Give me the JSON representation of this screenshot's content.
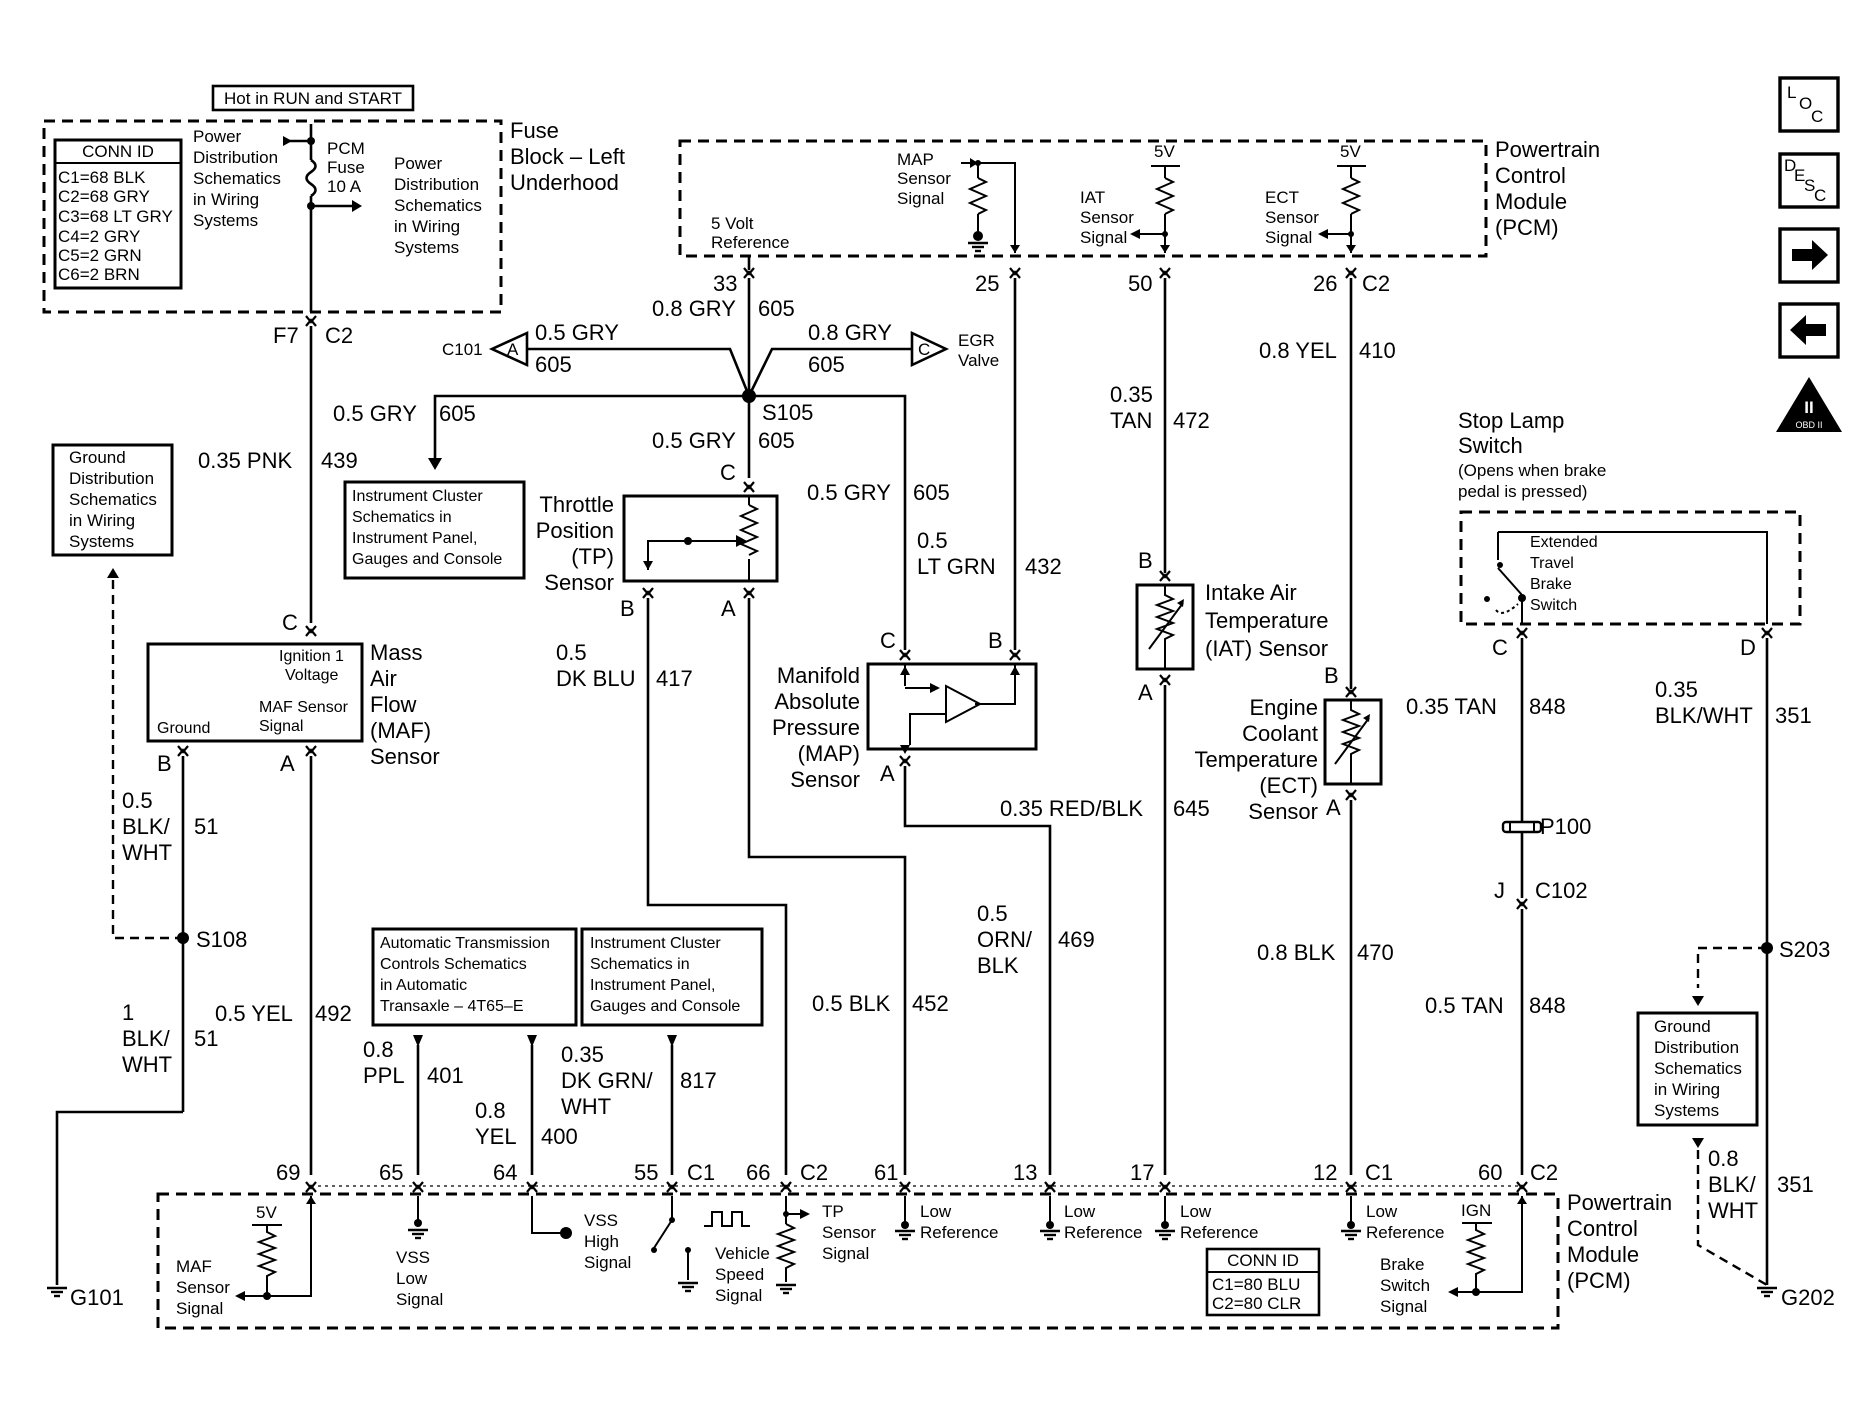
{
  "top_label": "Hot in RUN and START",
  "fuse_block": {
    "title": [
      "Fuse",
      "Block – Left",
      "Underhood"
    ],
    "conn_id": {
      "title": "CONN ID",
      "rows": [
        "C1=68 BLK",
        "C2=68 GRY",
        "C3=68 LT GRY",
        "C4=2 GRY",
        "C5=2 GRN",
        "C6=2 BRN"
      ]
    },
    "power_dist_left": [
      "Power",
      "Distribution",
      "Schematics",
      "in Wiring",
      "Systems"
    ],
    "fuse": [
      "PCM",
      "Fuse",
      "10 A"
    ],
    "power_dist_right": [
      "Power",
      "Distribution",
      "Schematics",
      "in Wiring",
      "Systems"
    ]
  },
  "nav_buttons": {
    "loc": "LOC",
    "desc": "DESC",
    "obd": "OBD II"
  },
  "pcm_top": {
    "title": [
      "Powertrain",
      "Control",
      "Module",
      "(PCM)"
    ],
    "five_v_ref": [
      "5 Volt",
      "Reference"
    ],
    "map_signal": [
      "MAP",
      "Sensor",
      "Signal"
    ],
    "iat_signal": [
      "IAT",
      "Sensor",
      "Signal"
    ],
    "ect_signal": [
      "ECT",
      "Sensor",
      "Signal"
    ],
    "v5": "5V",
    "pins": {
      "p33": "33",
      "p25": "25",
      "p50": "50",
      "p26": "26",
      "c2": "C2"
    }
  },
  "pcm_bottom": {
    "title": [
      "Powertrain",
      "Control",
      "Module",
      "(PCM)"
    ],
    "maf_signal": [
      "MAF",
      "Sensor",
      "Signal"
    ],
    "v5": "5V",
    "vss_low": [
      "VSS",
      "Low",
      "Signal"
    ],
    "vss_high": [
      "VSS",
      "High",
      "Signal"
    ],
    "vehicle_speed": [
      "Vehicle",
      "Speed",
      "Signal"
    ],
    "tp_signal": [
      "TP",
      "Sensor",
      "Signal"
    ],
    "low_ref": [
      "Low",
      "Reference"
    ],
    "ign": "IGN",
    "brake_signal": [
      "Brake",
      "Switch",
      "Signal"
    ],
    "conn_id": {
      "title": "CONN ID",
      "rows": [
        "C1=80 BLU",
        "C2=80 CLR"
      ]
    },
    "pins": {
      "p69": "69",
      "p65": "65",
      "p64": "64",
      "p55": "55",
      "c1a": "C1",
      "p66": "66",
      "c2a": "C2",
      "p61": "61",
      "p13": "13",
      "p17": "17",
      "p12": "12",
      "c1b": "C1",
      "p60": "60",
      "c2b": "C2"
    }
  },
  "wires": {
    "gry_605_main": [
      "0.8 GRY",
      "605"
    ],
    "c101": "C101",
    "a": "A",
    "c": "C",
    "gry_605_left": [
      "0.5 GRY",
      "605"
    ],
    "gry_605_right": [
      "0.8 GRY",
      "605"
    ],
    "egr": [
      "EGR",
      "Valve"
    ],
    "s105": "S105",
    "gry_605_ic": [
      "0.5 GRY",
      "605"
    ],
    "gry_605_tp": [
      "0.5 GRY",
      "605"
    ],
    "gry_605_map": [
      "0.5 GRY",
      "605"
    ],
    "ltgrn_432": [
      "0.5",
      "LT GRN",
      "432"
    ],
    "tan_472": [
      "0.35",
      "TAN",
      "472"
    ],
    "yel_410": [
      "0.8 YEL",
      "410"
    ],
    "f7": "F7",
    "c2": "C2",
    "pnk_439": [
      "0.35 PNK",
      "439"
    ],
    "dkblu_417": [
      "0.5",
      "DK BLU",
      "417"
    ],
    "redblk_645": [
      "0.35 RED/BLK",
      "645"
    ],
    "orn_469": [
      "0.5",
      "ORN/",
      "BLK",
      "469"
    ],
    "blk_452": [
      "0.5 BLK",
      "452"
    ],
    "blk_470": [
      "0.8 BLK",
      "470"
    ],
    "tan_848a": [
      "0.35 TAN",
      "848"
    ],
    "tan_848b": [
      "0.5 TAN",
      "848"
    ],
    "blkwht_351a": [
      "0.35",
      "BLK/WHT",
      "351"
    ],
    "blkwht_351b": [
      "0.8",
      "BLK/",
      "WHT",
      "351"
    ],
    "blkwht_51a": [
      "0.5",
      "BLK/",
      "WHT",
      "51"
    ],
    "blkwht_51b": [
      "1",
      "BLK/",
      "WHT",
      "51"
    ],
    "yel_492": [
      "0.5 YEL",
      "492"
    ],
    "ppl_401": [
      "0.8",
      "PPL",
      "401"
    ],
    "yel_400": [
      "0.8",
      "YEL",
      "400"
    ],
    "dkgrn_817": [
      "0.35",
      "DK GRN/",
      "WHT",
      "817"
    ],
    "p100": "P100",
    "c102": [
      "J",
      "C102"
    ],
    "s108": "S108",
    "s203": "S203",
    "g101": "G101",
    "g202": "G202"
  },
  "components": {
    "ic_top": [
      "Instrument Cluster",
      "Schematics in",
      "Instrument Panel,",
      "Gauges and Console"
    ],
    "ground_left": [
      "Ground",
      "Distribution",
      "Schematics",
      "in Wiring",
      "Systems"
    ],
    "tp": {
      "title": [
        "Throttle",
        "Position",
        "(TP)",
        "Sensor"
      ],
      "pin_c": "C",
      "pin_b": "B",
      "pin_a": "A"
    },
    "maf": {
      "title": [
        "Mass",
        "Air",
        "Flow",
        "(MAF)",
        "Sensor"
      ],
      "ign": [
        "Ignition 1",
        "Voltage"
      ],
      "ground": "Ground",
      "signal": [
        "MAF Sensor",
        "Signal"
      ],
      "pin_c": "C",
      "pin_b": "B",
      "pin_a": "A"
    },
    "map": {
      "title": [
        "Manifold",
        "Absolute",
        "Pressure",
        "(MAP)",
        "Sensor"
      ],
      "pin_c": "C",
      "pin_b": "B",
      "pin_a": "A"
    },
    "iat": {
      "title": [
        "Intake Air",
        "Temperature",
        "(IAT) Sensor"
      ],
      "pin_b": "B",
      "pin_a": "A"
    },
    "ect": {
      "title": [
        "Engine",
        "Coolant",
        "Temperature",
        "(ECT)",
        "Sensor"
      ],
      "pin_b": "B",
      "pin_a": "A"
    },
    "stop_lamp": {
      "title": [
        "Stop Lamp",
        "Switch"
      ],
      "note": [
        "(Opens when brake",
        "pedal is pressed)"
      ],
      "inner": [
        "Extended",
        "Travel",
        "Brake",
        "Switch"
      ],
      "pin_c": "C",
      "pin_d": "D"
    },
    "trans": [
      "Automatic Transmission",
      "Controls Schematics",
      "in Automatic",
      "Transaxle – 4T65–E"
    ],
    "ic_bottom": [
      "Instrument Cluster",
      "Schematics in",
      "Instrument Panel,",
      "Gauges and Console"
    ],
    "ground_right": [
      "Ground",
      "Distribution",
      "Schematics",
      "in Wiring",
      "Systems"
    ]
  }
}
